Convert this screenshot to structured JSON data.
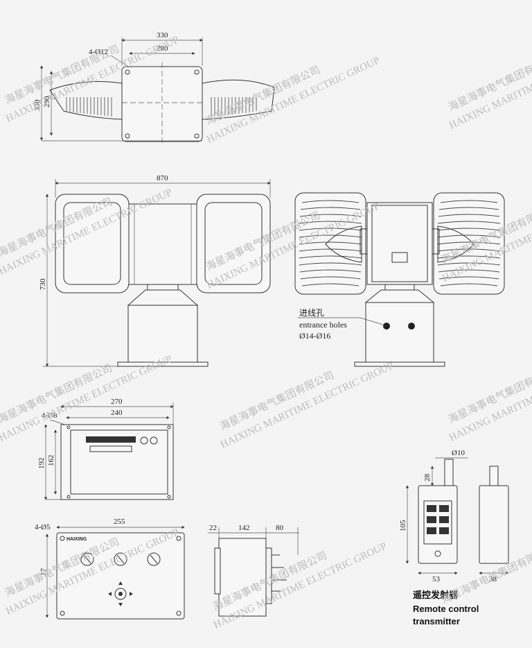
{
  "top_view": {
    "dim_width_outer": "330",
    "dim_width_inner": "280",
    "dim_height_outer": "330",
    "dim_height_inner": "290",
    "holes": "4-Ø12"
  },
  "front_view": {
    "dim_width": "870",
    "dim_height": "730"
  },
  "side_view": {
    "label_cn": "进线孔",
    "label_en": "entrance holes",
    "label_size": "Ø14-Ø16"
  },
  "control_box": {
    "dim_width_outer": "270",
    "dim_width_inner": "240",
    "dim_height_outer": "192",
    "dim_height_inner": "162",
    "holes": "4-Ø8"
  },
  "panel": {
    "dim_width": "255",
    "dim_height": "17",
    "holes": "4-Ø5",
    "brand": "HAIXING"
  },
  "panel_side": {
    "dim_a": "22",
    "dim_b": "142",
    "dim_c": "80"
  },
  "remote": {
    "dim_width": "53",
    "dim_height": "105",
    "dim_antenna": "28",
    "dim_antenna_d": "Ø10",
    "dim_depth": "38",
    "title_cn": "遥控发射器",
    "title_en_1": "Remote control",
    "title_en_2": "transmitter"
  },
  "watermark": {
    "cn": "海星海事电气集团有限公司",
    "en": "HAIXING MARITIME ELECTRIC GROUP"
  }
}
